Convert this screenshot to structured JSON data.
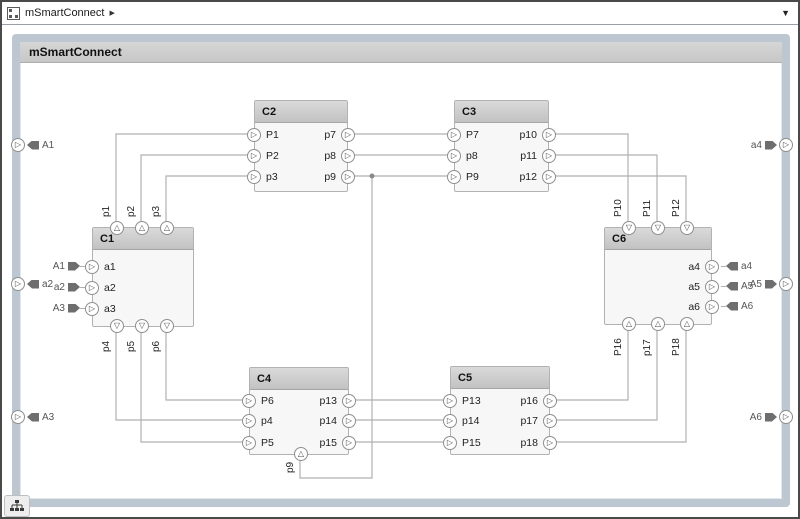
{
  "window": {
    "breadcrumb_title": "mSmartConnect",
    "breadcrumb_arrow": "▶",
    "dropdown_arrow": "▼"
  },
  "diagram": {
    "title": "mSmartConnect"
  },
  "icons": {
    "tri_right": "▷",
    "tri_up": "△",
    "tri_down": "▽"
  },
  "boundary": {
    "left_ports": [
      "A1",
      "a2",
      "A3"
    ],
    "right_ports": [
      "a4",
      "A5",
      "A6"
    ]
  },
  "components": {
    "C1": {
      "title": "C1",
      "left": [
        "a1",
        "a2",
        "a3"
      ],
      "top": [
        "p1",
        "p2",
        "p3"
      ],
      "bottom": [
        "p4",
        "p5",
        "p6"
      ],
      "tags": [
        "A1",
        "a2",
        "A3"
      ]
    },
    "C2": {
      "title": "C2",
      "left": [
        "P1",
        "P2",
        "p3"
      ],
      "right": [
        "p7",
        "p8",
        "p9"
      ]
    },
    "C3": {
      "title": "C3",
      "left": [
        "P7",
        "p8",
        "P9"
      ],
      "right": [
        "p10",
        "p11",
        "p12"
      ]
    },
    "C4": {
      "title": "C4",
      "left": [
        "P6",
        "p4",
        "P5"
      ],
      "right": [
        "p13",
        "p14",
        "p15"
      ],
      "bottom": [
        "p9"
      ]
    },
    "C5": {
      "title": "C5",
      "left": [
        "P13",
        "p14",
        "P15"
      ],
      "right": [
        "p16",
        "p17",
        "p18"
      ]
    },
    "C6": {
      "title": "C6",
      "top": [
        "P10",
        "P11",
        "P12"
      ],
      "right": [
        "a4",
        "a5",
        "a6"
      ],
      "bottom": [
        "P16",
        "p17",
        "P18"
      ],
      "tags": [
        "a4",
        "A5",
        "A6"
      ]
    }
  },
  "colors": {
    "boundary_border": "#bdc7d1",
    "block_header": "#cccccc",
    "block_body": "#f7f7f7",
    "wire": "#b0b0b0",
    "tag": "#6e6e6e"
  }
}
